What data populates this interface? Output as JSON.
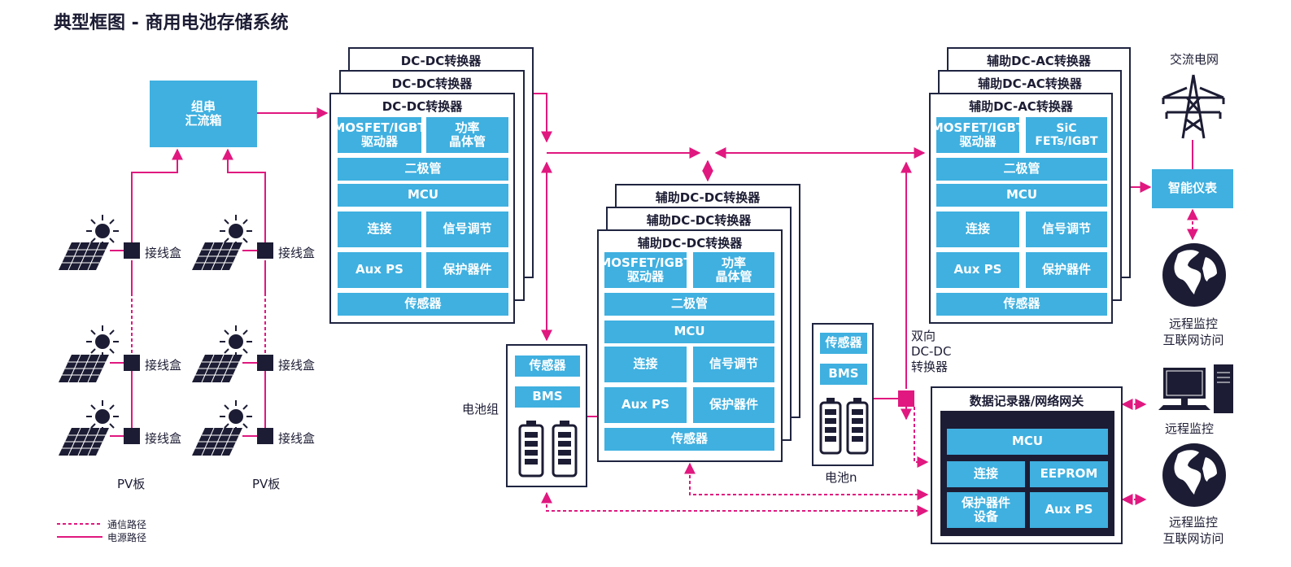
{
  "title": "典型框图 - 商用电池存储系统",
  "combiner_box": "组串\n汇流箱",
  "junction_label": "接线盒",
  "pv_label": "PV板",
  "battery_pack_label": "电池组",
  "battery_n_label": "电池n",
  "bidir_label": "双向\nDC-DC\n转换器",
  "ac_grid_label": "交流电网",
  "smart_meter": "智能仪表",
  "remote_internet_label": "远程监控\n互联网访问",
  "remote_monitor_label": "远程监控",
  "dcdc": {
    "title": "DC-DC转换器",
    "blocks": [
      "MOSFET/IGBT\n驱动器",
      "功率\n晶体管",
      "二极管",
      "MCU",
      "连接",
      "信号调节",
      "Aux PS",
      "保护器件",
      "传感器"
    ]
  },
  "aux_dcdc": {
    "title": "辅助DC-DC转换器",
    "blocks": [
      "MOSFET/IGBT\n驱动器",
      "功率\n晶体管",
      "二极管",
      "MCU",
      "连接",
      "信号调节",
      "Aux PS",
      "保护器件",
      "传感器"
    ]
  },
  "aux_dcac": {
    "title": "辅助DC-AC转换器",
    "blocks": [
      "MOSFET/IGBT\n驱动器",
      "SiC FETs/IGBT",
      "二极管",
      "MCU",
      "连接",
      "信号调节",
      "Aux PS",
      "保护器件",
      "传感器"
    ]
  },
  "battery_pack": {
    "blocks": [
      "传感器",
      "BMS"
    ]
  },
  "battery_n": {
    "blocks": [
      "传感器",
      "BMS"
    ]
  },
  "datalogger": {
    "title": "数据记录器/网络网关",
    "blocks": [
      "MCU",
      "连接",
      "EEPROM",
      "保护器件\n设备",
      "Aux PS"
    ]
  },
  "legend": {
    "comm": "通信路径",
    "power": "电源路径"
  },
  "colors": {
    "accent": "#3fb0e0",
    "power_path": "#e0187f",
    "dark": "#1c1c34"
  }
}
